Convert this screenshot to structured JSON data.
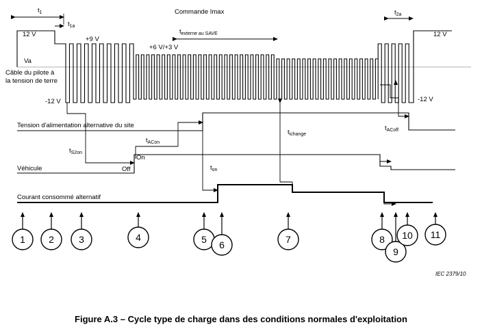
{
  "labels": {
    "t1_main": "t",
    "t1_sub": "1",
    "t1a_main": "t",
    "t1a_sub": "1a",
    "t2a_main": "t",
    "t2a_sub": "2a",
    "plus12_left": "12 V",
    "plus12_right": "12 V",
    "plus9": "+9 V",
    "plus6_3": "+6 V/+3 V",
    "va": "Va",
    "minus12_left": "-12 V",
    "minus12_right": "-12 V",
    "pilot_line1": "Câble du pilote à",
    "pilot_line2": "la tension de terre",
    "commande": "Commande Imax",
    "text_main": "t",
    "text_sub": "externe au SAVE",
    "ichange_main": "t",
    "ichange_sub": "ichange",
    "acoff_main": "t",
    "acoff_sub": "ACoff",
    "acon_main": "t",
    "acon_sub": "ACon",
    "s2on_main": "t",
    "s2on_sub": "S2on",
    "ton_main": "t",
    "ton_sub": "on",
    "supply": "Tension d'alimentation alternative du site",
    "vehicle": "Véhicule",
    "off": "Off",
    "on": "On",
    "current": "Courant consommé alternatif",
    "iec": "IEC   2379/10"
  },
  "events": [
    "1",
    "2",
    "3",
    "4",
    "5",
    "6",
    "7",
    "8",
    "9",
    "10",
    "11"
  ],
  "caption": "Figure A.3 – Cycle type de charge dans des conditions normales d'exploitation"
}
